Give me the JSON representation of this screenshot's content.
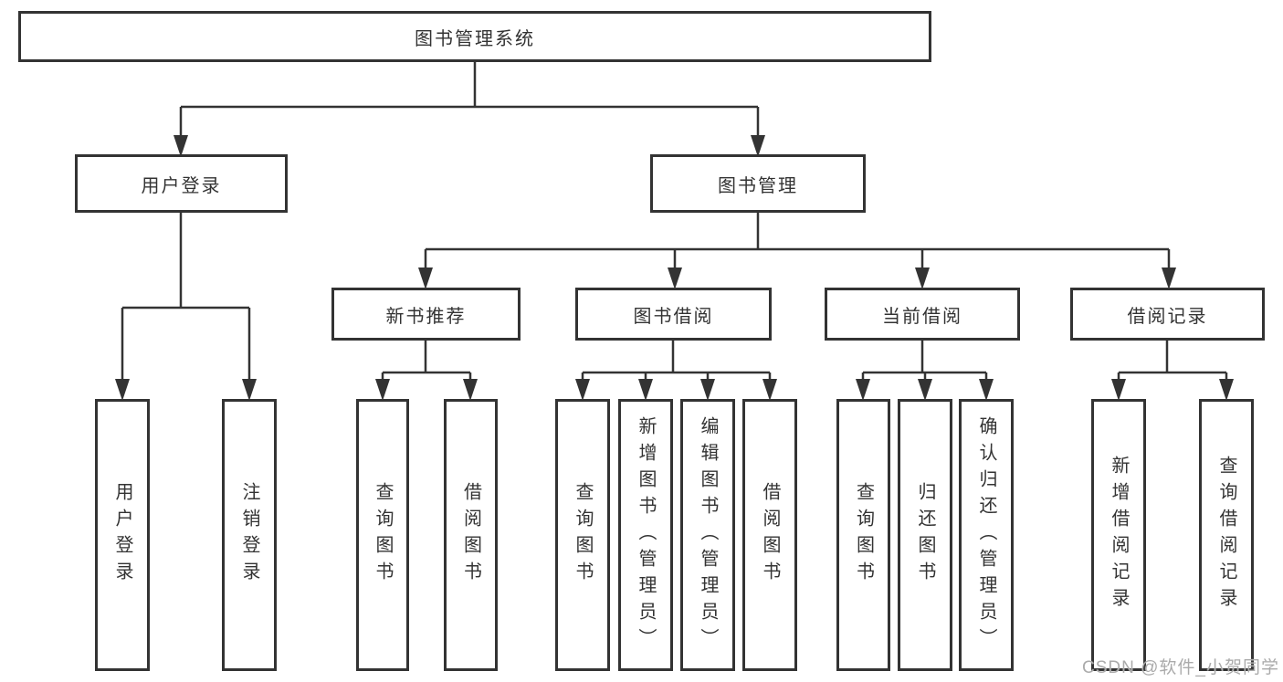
{
  "diagram": {
    "type": "tree",
    "title": "图书管理系统",
    "watermark": "CSDN @软件_小贺同学",
    "colors": {
      "line": "#333333",
      "border": "#333333",
      "text": "#333333",
      "background": "#ffffff",
      "watermark": "#ababab"
    },
    "nodes": {
      "root": {
        "label": "图书管理系统"
      },
      "user_login": {
        "label": "用户登录"
      },
      "book_management": {
        "label": "图书管理"
      },
      "new_book_recommendation": {
        "label": "新书推荐"
      },
      "book_borrowing": {
        "label": "图书借阅"
      },
      "current_borrowing": {
        "label": "当前借阅"
      },
      "borrowing_records": {
        "label": "借阅记录"
      },
      "leaf_user_login": {
        "label": "用户登录"
      },
      "leaf_logout": {
        "label": "注销登录"
      },
      "leaf_nb_query_books": {
        "label": "查询图书"
      },
      "leaf_nb_borrow_books": {
        "label": "借阅图书"
      },
      "leaf_bb_query_books": {
        "label": "查询图书"
      },
      "leaf_bb_add_books": {
        "label": "新增图书（管理员）"
      },
      "leaf_bb_edit_books": {
        "label": "编辑图书（管理员）"
      },
      "leaf_bb_borrow_books": {
        "label": "借阅图书"
      },
      "leaf_cb_query_books": {
        "label": "查询图书"
      },
      "leaf_cb_return_books": {
        "label": "归还图书"
      },
      "leaf_cb_confirm_return": {
        "label": "确认归还（管理员）"
      },
      "leaf_br_add_record": {
        "label": "新增借阅记录"
      },
      "leaf_br_query_record": {
        "label": "查询借阅记录"
      }
    },
    "edges": [
      "图书管理系统 -> 用户登录",
      "图书管理系统 -> 图书管理",
      "用户登录 -> 用户登录(叶), 注销登录",
      "图书管理 -> 新书推荐, 图书借阅, 当前借阅, 借阅记录",
      "新书推荐 -> 查询图书, 借阅图书",
      "图书借阅 -> 查询图书, 新增图书（管理员）, 编辑图书（管理员）, 借阅图书",
      "当前借阅 -> 查询图书, 归还图书, 确认归还（管理员）",
      "借阅记录 -> 新增借阅记录, 查询借阅记录"
    ]
  }
}
